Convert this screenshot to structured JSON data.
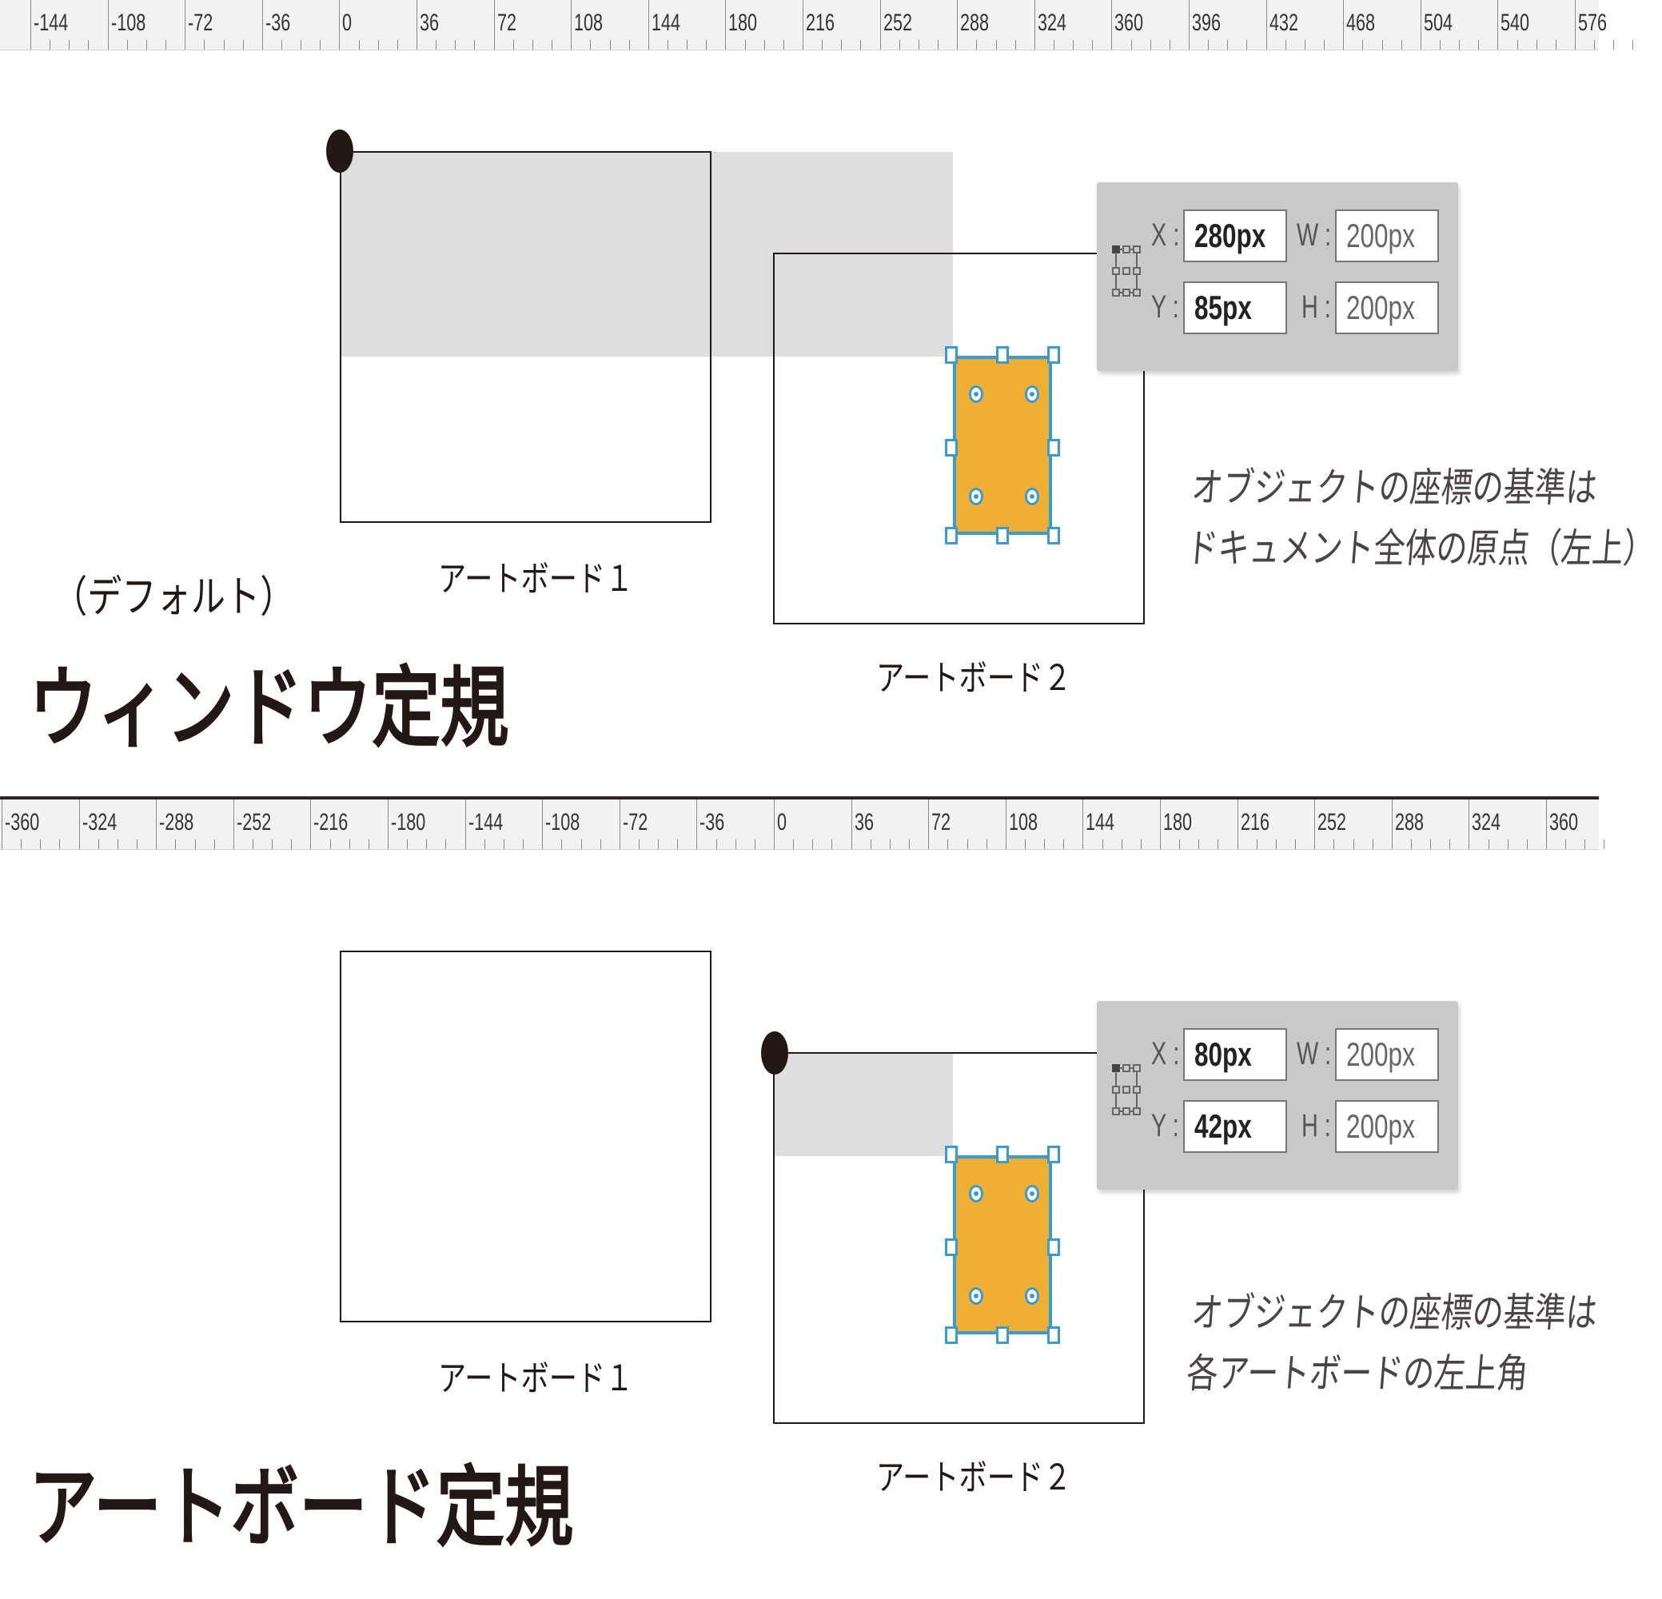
{
  "ruler_top": {
    "labels": [
      "-144",
      "-108",
      "-72",
      "-36",
      "0",
      "36",
      "72",
      "108",
      "144",
      "180",
      "216",
      "252",
      "288",
      "324",
      "360",
      "396",
      "432",
      "468",
      "504",
      "540",
      "576"
    ]
  },
  "ruler_bottom": {
    "labels": [
      "-360",
      "-324",
      "-288",
      "-252",
      "-216",
      "-180",
      "-144",
      "-108",
      "-72",
      "-36",
      "0",
      "36",
      "72",
      "108",
      "144",
      "180",
      "216",
      "252",
      "288",
      "324",
      "360"
    ]
  },
  "window_mode": {
    "subtitle": "（デフォルト）",
    "title": "ウィンドウ定規",
    "artboard1_label": "アートボード１",
    "artboard2_label": "アートボード２",
    "note_line1": "オブジェクトの座標の基準は",
    "note_line2": "ドキュメント全体の原点（左上）",
    "fields": {
      "x_label": "X :",
      "x_value": "280px",
      "y_label": "Y :",
      "y_value": "85px",
      "w_label": "W :",
      "w_value": "200px",
      "h_label": "H :",
      "h_value": "200px"
    }
  },
  "artboard_mode": {
    "title": "アートボード定規",
    "artboard1_label": "アートボード１",
    "artboard2_label": "アートボード２",
    "note_line1": "オブジェクトの座標の基準は",
    "note_line2": "各アートボードの左上角",
    "fields": {
      "x_label": "X :",
      "x_value": "80px",
      "y_label": "Y :",
      "y_value": "42px",
      "w_label": "W :",
      "w_value": "200px",
      "h_label": "H :",
      "h_value": "200px"
    }
  },
  "icons": [
    "reference-point-icon",
    "origin-marker-icon"
  ],
  "colors": {
    "object_fill": "#eeae32",
    "selection": "#3a9bd2",
    "panel_bg": "#c9c9c9",
    "ink": "#231815"
  }
}
